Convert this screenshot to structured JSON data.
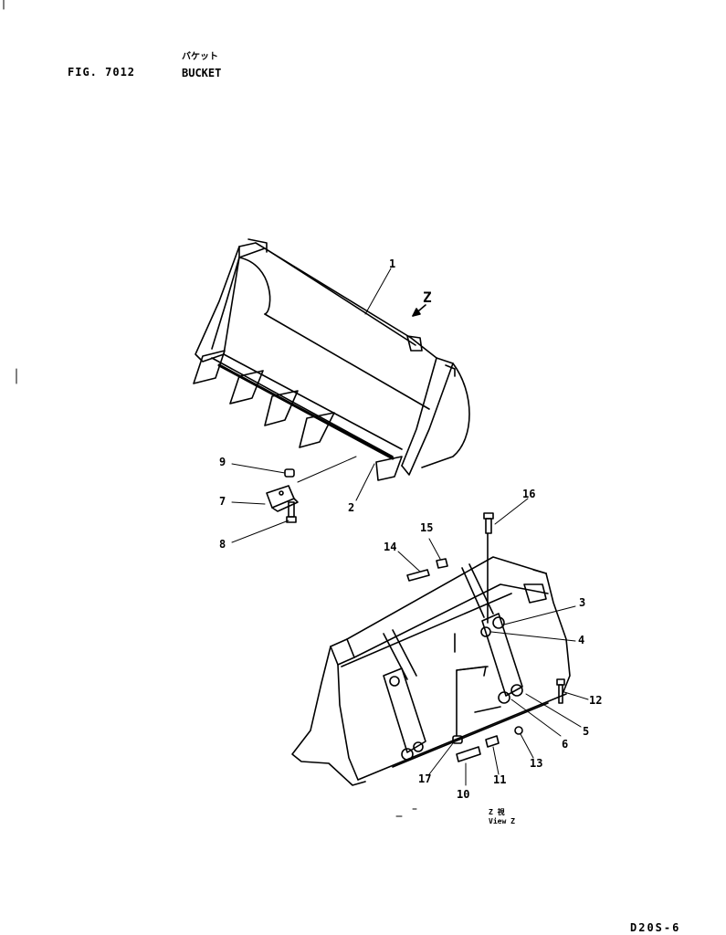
{
  "header": {
    "fig_label": "FIG. 7012",
    "title_jp": "バケット",
    "title_en": "BUCKET"
  },
  "footer": {
    "page_code": "D20S-6"
  },
  "view": {
    "letter": "Z",
    "caption_jp": "Z 視",
    "caption_en": "View Z"
  },
  "callouts": [
    {
      "id": "1",
      "label": "1"
    },
    {
      "id": "2",
      "label": "2"
    },
    {
      "id": "3",
      "label": "3"
    },
    {
      "id": "4",
      "label": "4"
    },
    {
      "id": "5",
      "label": "5"
    },
    {
      "id": "6",
      "label": "6"
    },
    {
      "id": "7",
      "label": "7"
    },
    {
      "id": "8",
      "label": "8"
    },
    {
      "id": "9",
      "label": "9"
    },
    {
      "id": "10",
      "label": "10"
    },
    {
      "id": "11",
      "label": "11"
    },
    {
      "id": "12",
      "label": "12"
    },
    {
      "id": "13",
      "label": "13"
    },
    {
      "id": "14",
      "label": "14"
    },
    {
      "id": "15",
      "label": "15"
    },
    {
      "id": "16",
      "label": "16"
    },
    {
      "id": "17",
      "label": "17"
    }
  ]
}
